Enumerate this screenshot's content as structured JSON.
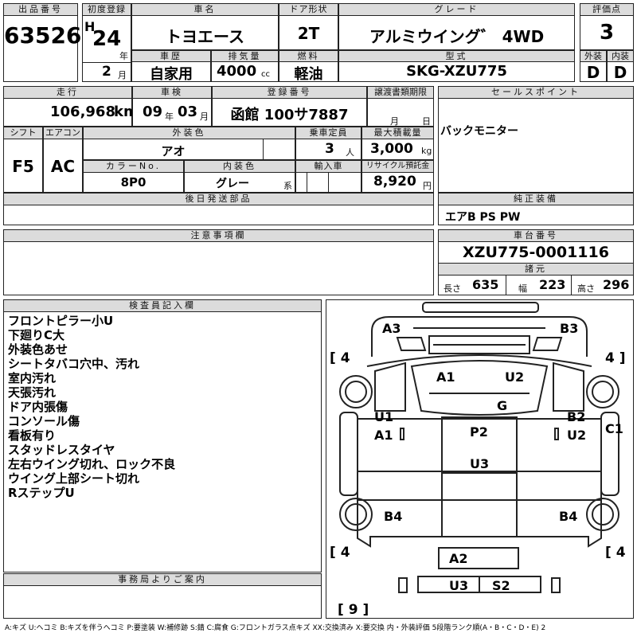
{
  "row1_headers": {
    "lot_no": "出品番号",
    "first_reg": "初度登録",
    "car_name": "車名",
    "door": "ドア形状",
    "grade": "グレード",
    "score": "評価点"
  },
  "lot_no": "63526",
  "first_reg": {
    "era": "H",
    "year": "24",
    "year_unit": "年",
    "month": "2",
    "month_unit": "月"
  },
  "car_name": "トヨエース",
  "door": "2T",
  "grade": "アルミウイング゛ 4WD",
  "score": "3",
  "row2_headers": {
    "history": "車歴",
    "displacement": "排気量",
    "fuel": "燃料",
    "model": "型式",
    "exterior": "外装",
    "interior": "内装"
  },
  "history": "自家用",
  "displacement": "4000",
  "displacement_unit": "cc",
  "fuel": "軽油",
  "model": "SKG-XZU775",
  "exterior": "D",
  "interior": "D",
  "row3_headers": {
    "mileage": "走行",
    "inspection": "車検",
    "reg_no": "登録番号",
    "transfer": "譲渡書類期限",
    "sales_point": "セールスポイント"
  },
  "mileage": "106,968",
  "mileage_unit": "km",
  "inspection": {
    "year": "09",
    "year_unit": "年",
    "month": "03",
    "month_unit": "月"
  },
  "reg_no": "函館 100サ7887",
  "transfer": {
    "month_unit": "月",
    "day_unit": "日"
  },
  "sales_point": "バックモニター",
  "row4_headers": {
    "shift": "シフト",
    "ac": "エアコン",
    "ext_color": "外装色",
    "capacity": "乗車定員",
    "max_load": "最大積載量",
    "color_no": "カラーNo.",
    "int_color": "内装色",
    "import": "輸入車",
    "recycle": "リサイクル預託金"
  },
  "shift": "F5",
  "ac": "AC",
  "ext_color": "アオ",
  "capacity": "3",
  "capacity_unit": "人",
  "max_load": "3,000",
  "max_load_unit": "kg",
  "color_no": "8P0",
  "int_color": "グレー",
  "int_color_suffix": "系",
  "recycle": "8,920",
  "recycle_unit": "円",
  "later_parts_header": "後日発送部品",
  "equipment_header": "純正装備",
  "equipment": "エアB PS PW",
  "caution_header": "注意事項欄",
  "chassis_header": "車台番号",
  "chassis_no": "XZU775-0001116",
  "spec_header": "諸元",
  "spec": {
    "length_label": "長さ",
    "length": "635",
    "width_label": "幅",
    "width": "223",
    "height_label": "高さ",
    "height": "296"
  },
  "inspector_header": "検査員記入欄",
  "inspector_notes": [
    "フロントピラー小U",
    "下廻りC大",
    "外装色あせ",
    "シートタバコ穴中、汚れ",
    "室内汚れ",
    "天張汚れ",
    "ドア内張傷",
    "コンソール傷",
    "看板有り",
    "スタッドレスタイヤ",
    "左右ウイング切れ、ロック不良",
    "ウイング上部シート切れ",
    "RステップU"
  ],
  "office_header": "事務局よりご案内",
  "diagram_marks": {
    "a3": "A3",
    "b3": "B3",
    "a1_top": "A1",
    "u2_top": "U2",
    "g": "G",
    "u1": "U1",
    "a1_left": "A1",
    "p2": "P2",
    "b2": "B2",
    "u2_right": "U2",
    "c1": "C1",
    "u3_mid": "U3",
    "b4_left": "B4",
    "b4_right": "B4",
    "a2": "A2",
    "u3_bottom": "U3",
    "s2": "S2"
  },
  "tread": {
    "fl": "4",
    "fr": "4",
    "rl": "4",
    "rr": "4",
    "spare": "9"
  },
  "legend": "A:キズ U:ヘコミ B:キズを伴うヘコミ P:要塗装 W:補修跡 S:錆 C:腐食 G:フロントガラス点キズ XX:交換済み X:要交換 内・外装評価 5段階ランク順(A・B・C・D・E) 2"
}
